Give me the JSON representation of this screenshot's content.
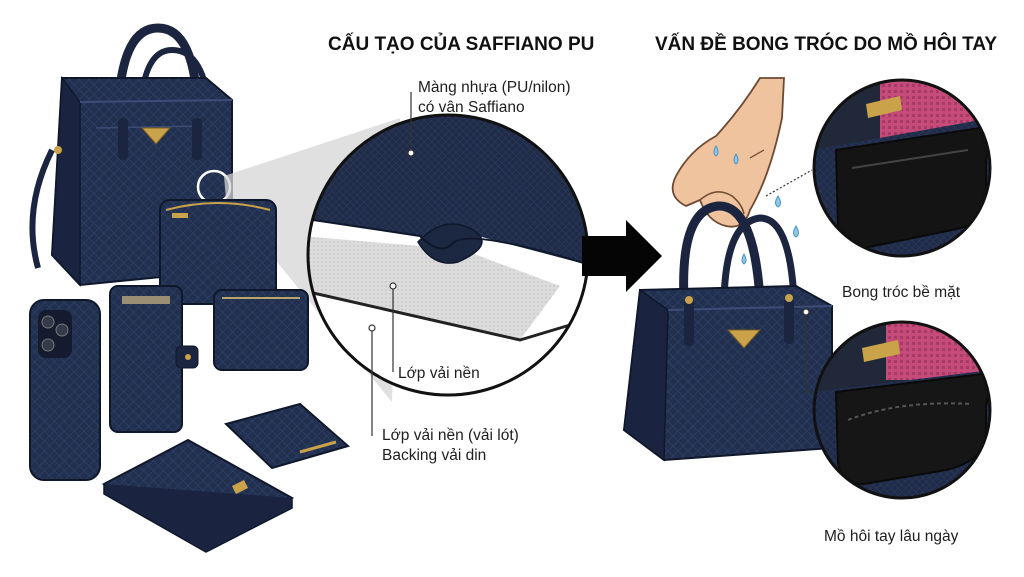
{
  "titles": {
    "structure": "CẤU TẠO CỦA SAFFIANO PU",
    "problem": "VẤN ĐỀ BONG TRÓC DO MỒ HÔI TAY"
  },
  "labels": {
    "top_coating_line1": "Màng nhựa (PU/nilon)",
    "top_coating_line2": "có vân Saffiano",
    "fabric_base": "Lớp vải nền",
    "backing_line1": "Lớp vải nền (vải lót)",
    "backing_line2": "Backing vải din",
    "peeling": "Bong tróc bề mặt",
    "sweat": "Mồ hôi tay lâu ngày"
  },
  "colors": {
    "leather_navy": "#22304f",
    "leather_dark": "#151f36",
    "hardware_gold": "#c9a24a",
    "fabric_gray": "#d9d9d9",
    "skin": "#efc39d",
    "sweat_drop": "#8fc7ea"
  },
  "icons": [
    "magnify-circle",
    "arrow-right",
    "water-drop"
  ]
}
